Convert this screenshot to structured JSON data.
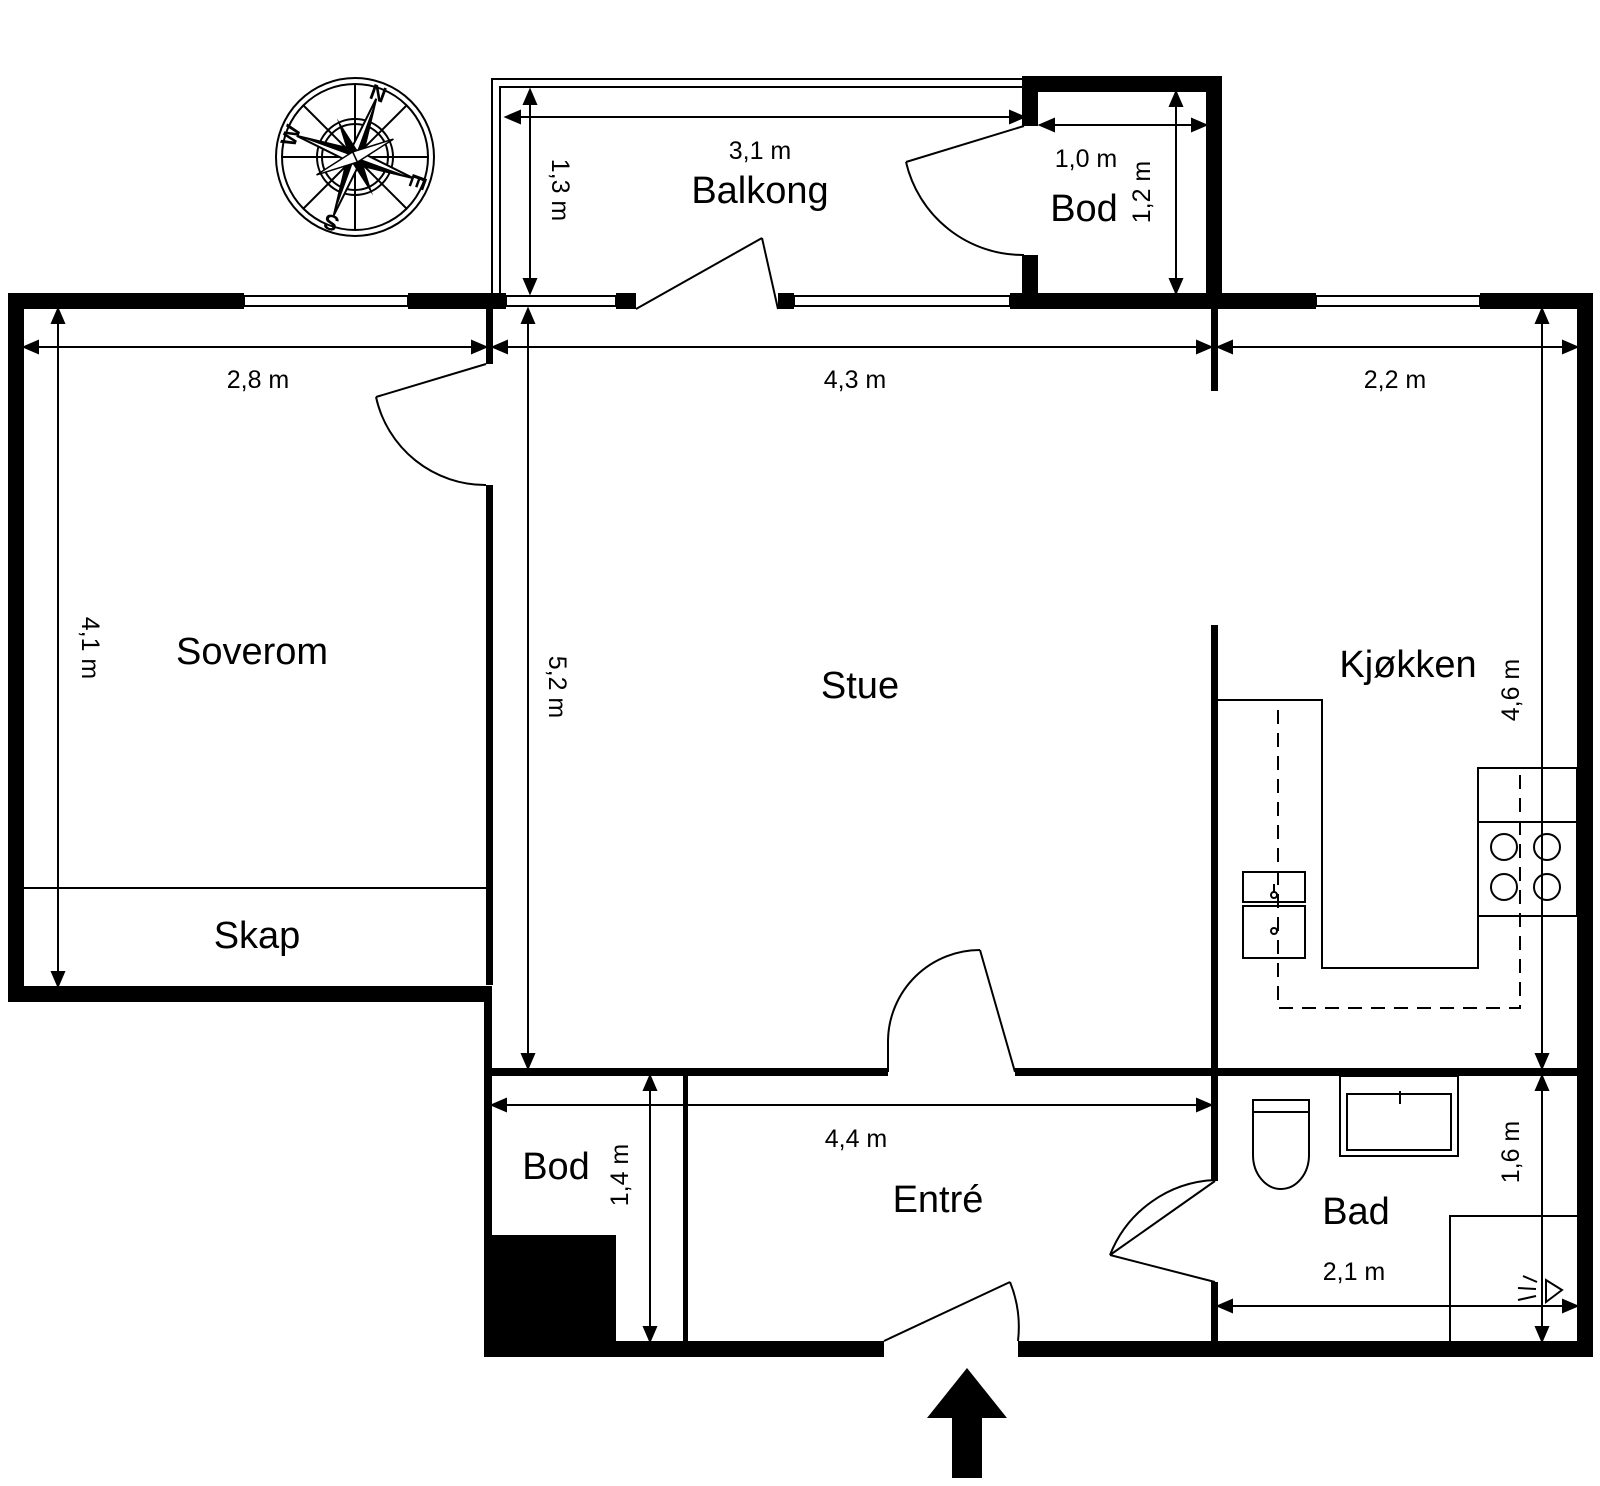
{
  "rooms": {
    "balkong": "Balkong",
    "bod_top": "Bod",
    "soverom": "Soverom",
    "skap": "Skap",
    "stue": "Stue",
    "kjokken": "Kjøkken",
    "bod_bottom": "Bod",
    "entre": "Entré",
    "bad": "Bad"
  },
  "dimensions": {
    "balkong_width": "3,1 m",
    "balkong_depth": "1,3 m",
    "bod_top_width": "1,0 m",
    "bod_top_depth": "1,2 m",
    "soverom_width": "2,8 m",
    "soverom_depth": "4,1 m",
    "stue_width": "4,3 m",
    "stue_depth": "5,2 m",
    "kjokken_width": "2,2 m",
    "kjokken_depth": "4,6 m",
    "entre_width": "4,4 m",
    "bod_bottom_depth": "1,4 m",
    "bad_width": "2,1 m",
    "bad_depth": "1,6 m"
  },
  "compass": {
    "north": "N",
    "east": "E",
    "south": "S",
    "west": "W"
  },
  "colors": {
    "wall": "#000000",
    "background": "#ffffff"
  }
}
